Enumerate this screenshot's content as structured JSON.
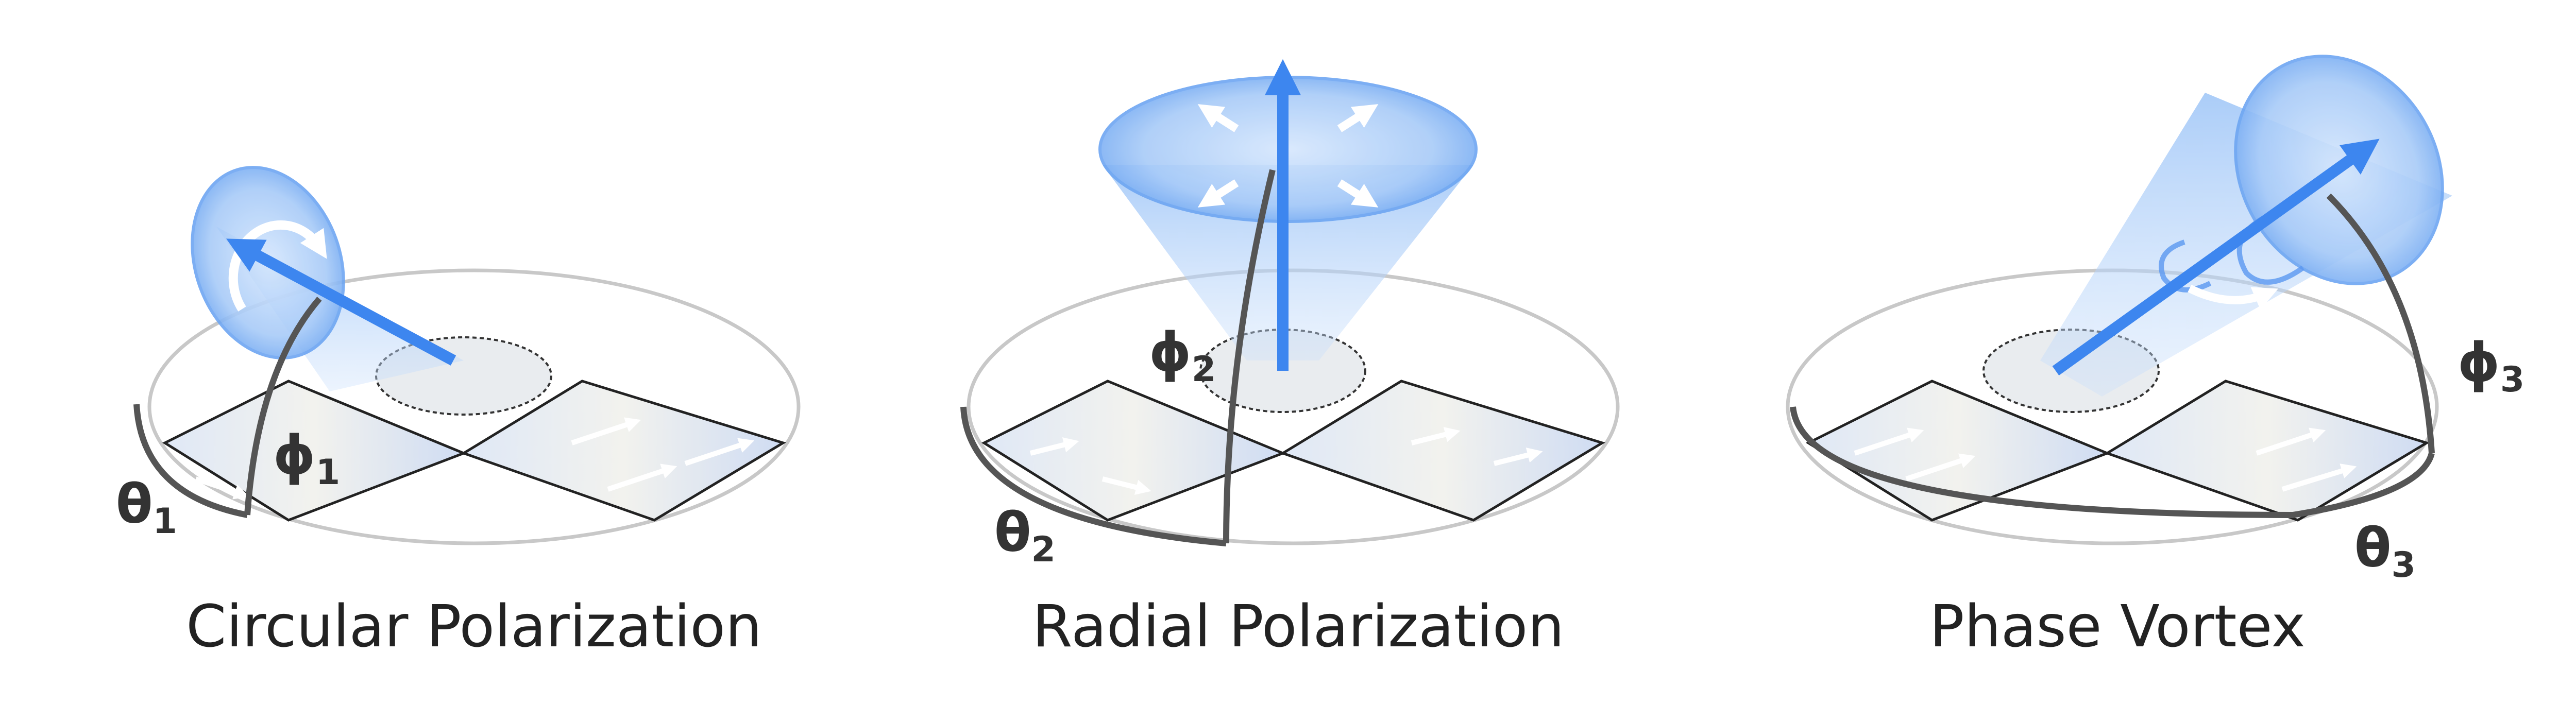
{
  "panels": [
    {
      "id": "circular",
      "caption": "Circular Polarization",
      "theta_label": "θ",
      "theta_sub": "1",
      "phi_label": "ϕ",
      "phi_sub": "1"
    },
    {
      "id": "radial",
      "caption": "Radial Polarization",
      "theta_label": "θ",
      "theta_sub": "2",
      "phi_label": "ϕ",
      "phi_sub": "2"
    },
    {
      "id": "vortex",
      "caption": "Phase Vortex",
      "theta_label": "θ",
      "theta_sub": "3",
      "phi_label": "ϕ",
      "phi_sub": "3"
    }
  ],
  "colors": {
    "beam_fill": "#8ab8f5",
    "beam_edge": "#4a8ff0",
    "arrow": "#3d86ef",
    "arc_dark": "#555555",
    "ellipse": "#c8c8c8",
    "tile": "#dfe6f0"
  },
  "icons": [
    "rotation-arrow-icon",
    "radial-arrows-icon",
    "vortex-swirl-icon",
    "beam-arrow-icon"
  ]
}
